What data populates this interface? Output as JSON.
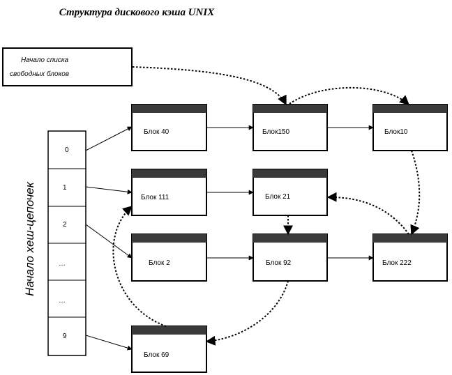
{
  "title": "Структура дискового кэша UNIX",
  "free_list_label": {
    "line1": "Начало списка",
    "line2": "свободных блоков"
  },
  "hash_label": "Начало хеш-цепочек",
  "hash_cells": [
    "0",
    "1",
    "2",
    "…",
    "…",
    "9"
  ],
  "blocks": {
    "b40": "Блок 40",
    "b150": "Блок150",
    "b10": "Блок10",
    "b111": "Блок 111",
    "b21": "Блок 21",
    "b2": "Блок 2",
    "b92": "Блок 92",
    "b222": "Блок 222",
    "b69": "Блок 69"
  }
}
